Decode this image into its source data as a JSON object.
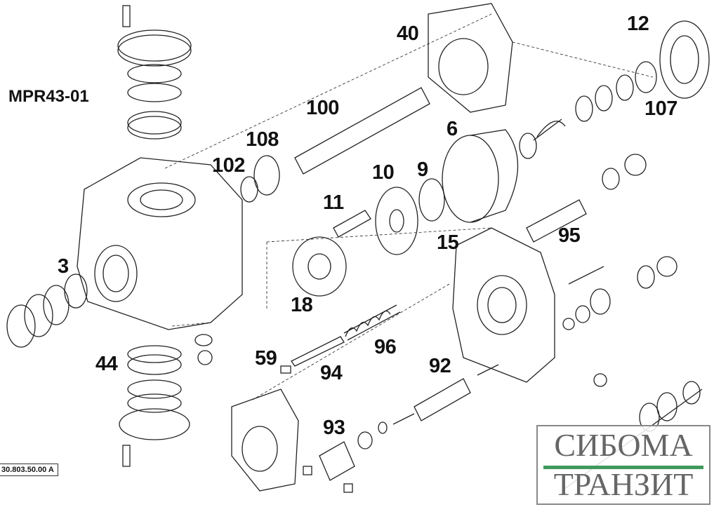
{
  "diagram": {
    "title": "MPR43-01",
    "reference": "30.803.50.00 A",
    "part_labels": {
      "p40": "40",
      "p12": "12",
      "p100": "100",
      "p107": "107",
      "p6": "6",
      "p108": "108",
      "p102": "102",
      "p10": "10",
      "p9": "9",
      "p11": "11",
      "p95": "95",
      "p15": "15",
      "p3": "3",
      "p18": "18",
      "p96": "96",
      "p59": "59",
      "p92": "92",
      "p44": "44",
      "p94": "94",
      "p93": "93"
    }
  },
  "watermark": {
    "line1": "СИБОМА",
    "line2": "ТРАНЗИТ",
    "accent": "#3f9a5c"
  }
}
